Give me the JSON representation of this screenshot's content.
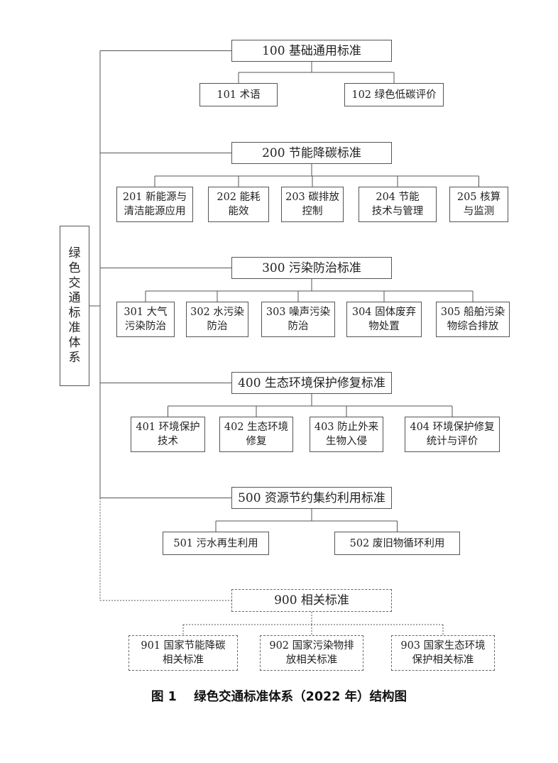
{
  "root": {
    "label": "绿\n色\n交\n通\n标\n准\n体\n系"
  },
  "categories": [
    {
      "label": "100  基础通用标准",
      "dashed": false,
      "children": [
        {
          "label": "101  术语"
        },
        {
          "label": "102  绿色低碳评价"
        }
      ]
    },
    {
      "label": "200  节能降碳标准",
      "dashed": false,
      "children": [
        {
          "label": "201 新能源与\n清洁能源应用"
        },
        {
          "label": "202 能耗\n能效"
        },
        {
          "label": "203 碳排放\n控制"
        },
        {
          "label": "204 节能\n技术与管理"
        },
        {
          "label": "205 核算\n与监测"
        }
      ]
    },
    {
      "label": "300  污染防治标准",
      "dashed": false,
      "children": [
        {
          "label": "301 大气\n污染防治"
        },
        {
          "label": "302 水污染\n防治"
        },
        {
          "label": "303 噪声污染\n防治"
        },
        {
          "label": "304 固体废弃\n物处置"
        },
        {
          "label": "305 船舶污染\n物综合排放"
        }
      ]
    },
    {
      "label": "400  生态环境保护修复标准",
      "dashed": false,
      "children": [
        {
          "label": "401 环境保护\n技术"
        },
        {
          "label": "402 生态环境\n修复"
        },
        {
          "label": "403 防止外来\n生物入侵"
        },
        {
          "label": "404 环境保护修复\n统计与评价"
        }
      ]
    },
    {
      "label": "500  资源节约集约利用标准",
      "dashed": false,
      "children": [
        {
          "label": "501 污水再生利用"
        },
        {
          "label": "502 废旧物循环利用"
        }
      ]
    },
    {
      "label": "900  相关标准",
      "dashed": true,
      "children": [
        {
          "label": "901 国家节能降碳\n相关标准"
        },
        {
          "label": "902 国家污染物排\n放相关标准"
        },
        {
          "label": "903 国家生态环境\n保护相关标准"
        }
      ]
    }
  ],
  "caption": "图 1    绿色交通标准体系（2022 年）结构图",
  "colors": {
    "line": "#555555",
    "border": "#555555",
    "text": "#222222"
  }
}
